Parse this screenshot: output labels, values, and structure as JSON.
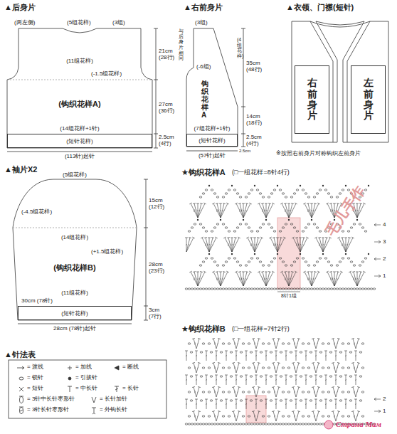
{
  "diagram": {
    "nodes": [
      {
        "text": [
          "(短针花样)"
        ]
      },
      {
        "text": [
          "(短针花样)"
        ]
      },
      {
        "text": [
          "右前身片"
        ]
      },
      {
        "text": [
          "左前身片"
        ]
      },
      {
        "text": [
          "(短针花样)"
        ]
      }
    ],
    "labels": [
      "▲后身片",
      "(两左侧)",
      "(5组花样)",
      "(3组)",
      "21cm",
      "(28行)",
      "(11组花样)",
      "(-1.5组花样)",
      "(钩织花样A)",
      "27cm",
      "(36行)",
      "(14组花样+1针)",
      "2.5cm",
      "(4行)",
      "(113针)起针",
      "▲右前身片",
      "(3组)",
      "与后身片相同",
      "35cm",
      "(48行)",
      "(-6组)",
      "钩织花样A",
      "(4组花样)",
      "14cm",
      "(18行)",
      "(7组花样+1针)",
      "2.5cm",
      "(4行)",
      "(57针)起针",
      "2.5cm",
      "▲衣领、门襟(短针)",
      "※按照右前身片对称钩织左前身片",
      "▲袖片X2",
      "(5组花样)",
      "(-4.5组花样)",
      "15cm",
      "(12行)",
      "(14组花样)",
      "(+1.5组花样)",
      "(钩织花样B)",
      "28cm",
      "(23行)",
      "(11组花样)",
      "30cm (78针)",
      "3cm",
      "(7行)",
      "28cm (78针)起针",
      "★钩织花样A",
      "(□一组花样=8针4行)",
      "4",
      "3",
      "2",
      "1",
      "8针1组",
      "★钩织花样B",
      "(□一组花样=7针2行)",
      "2",
      "1",
      "▲针法表",
      "毛儿手作",
      "Страна Мам"
    ],
    "legend": [
      {
        "text": "= 渡线"
      },
      {
        "text": "= 加线"
      },
      {
        "text": "= 断线"
      },
      {
        "text": "= 锁针"
      },
      {
        "text": "= 引拔针"
      },
      {
        "text": "= 短针"
      },
      {
        "text": "= 中长针"
      },
      {
        "text": "= 长针"
      },
      {
        "text": "= 3针中长针枣形针"
      },
      {
        "text": "= 长针加针"
      },
      {
        "text": "= 3针长针枣形针"
      },
      {
        "text": "= 外钩长针"
      }
    ]
  }
}
